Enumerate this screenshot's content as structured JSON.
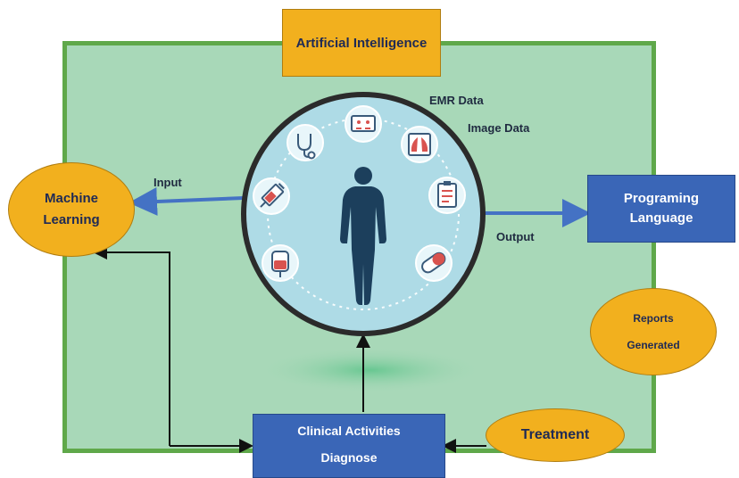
{
  "diagram": {
    "top_box": "Artificial Intelligence",
    "left_node": [
      "Machine",
      "Learning"
    ],
    "right_box": [
      "Programing",
      "Language"
    ],
    "bottom_box": {
      "title": "Clinical Activities",
      "subtitle": "Diagnose"
    },
    "reports": [
      "Reports",
      "Generated"
    ],
    "treatment": "Treatment",
    "labels": {
      "emr": "EMR Data",
      "image": "Image Data",
      "input": "Input",
      "output": "Output"
    },
    "icons": [
      "emr-screen-icon",
      "lungs-xray-icon",
      "clipboard-icon",
      "pill-icon",
      "blood-bag-icon",
      "syringe-icon",
      "stethoscope-icon",
      "human-silhouette-icon"
    ],
    "colors": {
      "frame_fill": "#a8d8b8",
      "frame_border": "#5fa84a",
      "yellow": "#f2b01e",
      "blue": "#3a66b7",
      "circle_fill": "#aedbe6",
      "arrow": "#4472c4"
    }
  }
}
